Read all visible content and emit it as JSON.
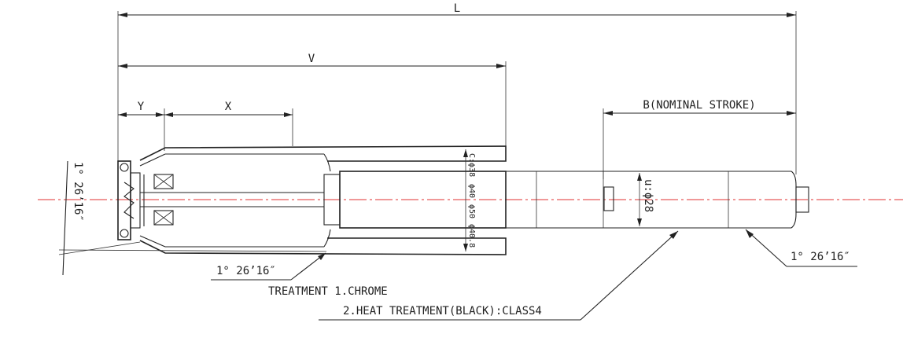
{
  "dimensions": {
    "overall_length": "L",
    "body_length": "V",
    "mount_offset": "Y",
    "travel": "X",
    "stroke": "B(NOMINAL STROKE)"
  },
  "diameters": {
    "outer_1": "C:ϕ38",
    "outer_2": "ϕ40",
    "outer_3": "ϕ50",
    "outer_4": "ϕ40.8",
    "piston": "u:ϕ28"
  },
  "angles": {
    "left_taper": "1° 26’16″",
    "bottom_taper": "1° 26’16″",
    "right_taper": "1° 26’16″"
  },
  "notes": {
    "line1": "TREATMENT 1.CHROME",
    "line2": "2.HEAT TREATMENT(BLACK):CLASS4"
  },
  "colors": {
    "line": "#222222",
    "centerline": "#e03030"
  }
}
